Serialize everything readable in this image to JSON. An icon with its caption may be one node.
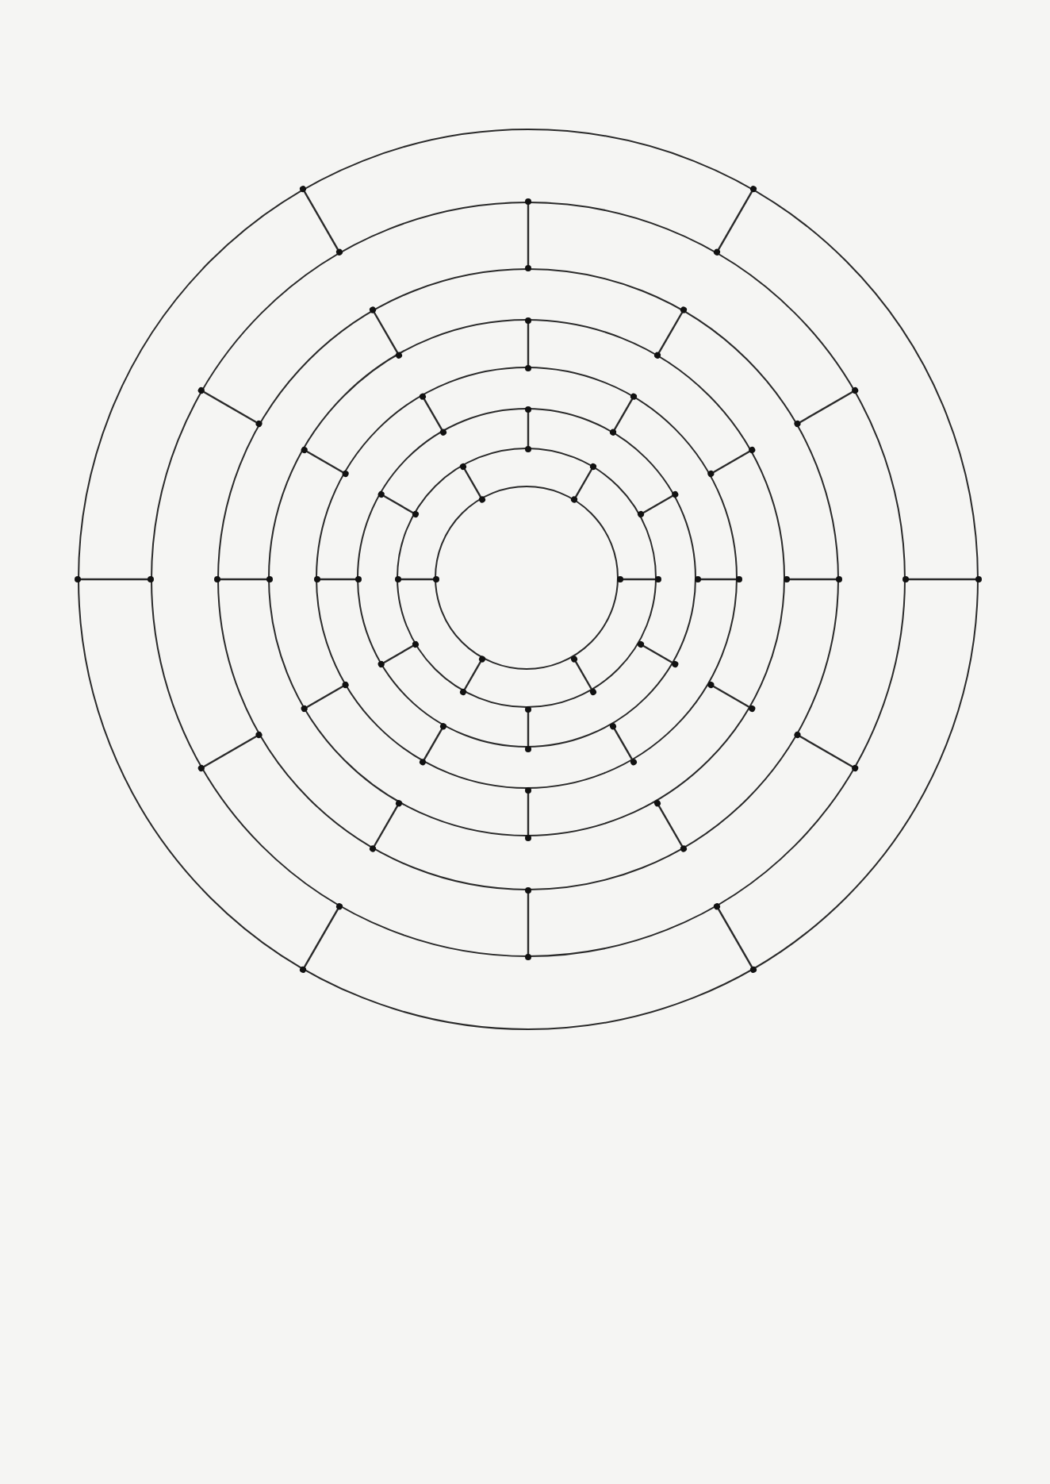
{
  "diagram": {
    "nodes": [
      {
        "text": [],
        "shape": "circle"
      },
      {
        "text": [],
        "shape": "circle",
        "in": 0
      },
      {
        "text": [],
        "shape": "circle",
        "in": 1
      },
      {
        "text": [],
        "shape": "circle",
        "in": 2
      },
      {
        "text": [],
        "shape": "circle",
        "in": 3
      },
      {
        "text": [],
        "shape": "circle",
        "in": 4
      },
      {
        "text": [],
        "shape": "circle",
        "in": 5
      },
      {
        "text": [],
        "shape": "circle",
        "in": 6
      }
    ],
    "edges": [
      {
        "from": 0,
        "to": 1,
        "arrow": "other"
      },
      {
        "from": 0,
        "to": 1,
        "arrow": "other"
      },
      {
        "from": 0,
        "to": 1,
        "arrow": "other"
      },
      {
        "from": 0,
        "to": 1,
        "arrow": "other"
      },
      {
        "from": 0,
        "to": 1,
        "arrow": "other"
      },
      {
        "from": 0,
        "to": 1,
        "arrow": "other"
      },
      {
        "from": 1,
        "to": 2,
        "arrow": "other"
      },
      {
        "from": 1,
        "to": 2,
        "arrow": "other"
      },
      {
        "from": 1,
        "to": 2,
        "arrow": "other"
      },
      {
        "from": 1,
        "to": 2,
        "arrow": "other"
      },
      {
        "from": 1,
        "to": 2,
        "arrow": "other"
      },
      {
        "from": 1,
        "to": 2,
        "arrow": "other"
      },
      {
        "from": 2,
        "to": 3,
        "arrow": "other"
      },
      {
        "from": 2,
        "to": 3,
        "arrow": "other"
      },
      {
        "from": 2,
        "to": 3,
        "arrow": "other"
      },
      {
        "from": 2,
        "to": 3,
        "arrow": "other"
      },
      {
        "from": 2,
        "to": 3,
        "arrow": "other"
      },
      {
        "from": 2,
        "to": 3,
        "arrow": "other"
      },
      {
        "from": 3,
        "to": 4,
        "arrow": "other"
      },
      {
        "from": 3,
        "to": 4,
        "arrow": "other"
      },
      {
        "from": 3,
        "to": 4,
        "arrow": "other"
      },
      {
        "from": 3,
        "to": 4,
        "arrow": "other"
      },
      {
        "from": 3,
        "to": 4,
        "arrow": "other"
      },
      {
        "from": 3,
        "to": 4,
        "arrow": "other"
      },
      {
        "from": 4,
        "to": 5,
        "arrow": "other"
      },
      {
        "from": 4,
        "to": 5,
        "arrow": "other"
      },
      {
        "from": 4,
        "to": 5,
        "arrow": "other"
      },
      {
        "from": 4,
        "to": 5,
        "arrow": "other"
      },
      {
        "from": 4,
        "to": 5,
        "arrow": "other"
      },
      {
        "from": 4,
        "to": 5,
        "arrow": "other"
      },
      {
        "from": 5,
        "to": 6,
        "arrow": "other"
      },
      {
        "from": 5,
        "to": 6,
        "arrow": "other"
      },
      {
        "from": 5,
        "to": 6,
        "arrow": "other"
      },
      {
        "from": 5,
        "to": 6,
        "arrow": "other"
      },
      {
        "from": 5,
        "to": 6,
        "arrow": "other"
      },
      {
        "from": 5,
        "to": 6,
        "arrow": "other"
      },
      {
        "from": 6,
        "to": 7,
        "arrow": "other"
      },
      {
        "from": 6,
        "to": 7,
        "arrow": "other"
      },
      {
        "from": 6,
        "to": 7,
        "arrow": "other"
      },
      {
        "from": 6,
        "to": 7,
        "arrow": "other"
      },
      {
        "from": 6,
        "to": 7,
        "arrow": "other"
      },
      {
        "from": 6,
        "to": 7,
        "arrow": "other"
      }
    ]
  }
}
